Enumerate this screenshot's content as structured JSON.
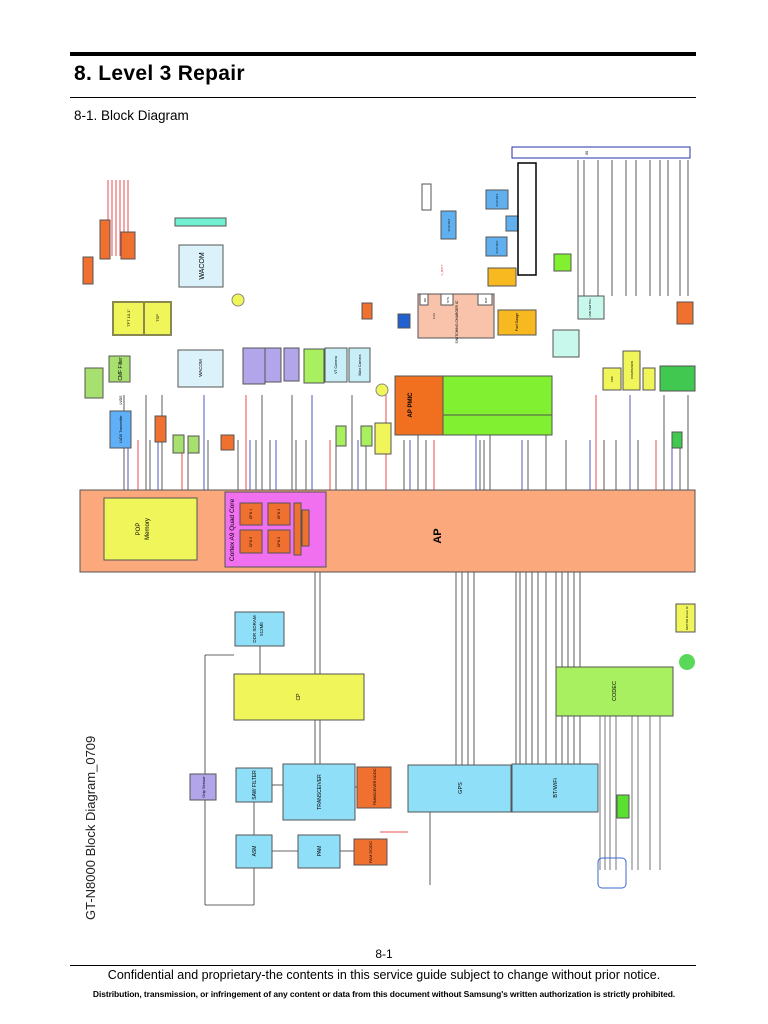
{
  "header": {
    "title": "8.  Level 3 Repair",
    "subtitle": "8-1. Block Diagram"
  },
  "diagram": {
    "caption": "GT-N8000 Block Diagram_0709",
    "bus_label": "30",
    "blocks": {
      "ap": "AP",
      "pop": "POP",
      "memory": "Memory",
      "cortex": "Cortex A9 Quad Core",
      "cpu0": "CPU 0",
      "cpu1": "CPU 1",
      "cpu2": "CPU 2",
      "cpu3": "CPU 3",
      "ddr": "DDR SDRAM",
      "ddr_size": "512Mb",
      "cp": "CP",
      "grip": "Grip Sensor",
      "saw": "SAW FILTER",
      "transceiver": "TRANSCEIVER",
      "transceiver_dcdc": "TRANSCEIVER DC/DC",
      "asm": "ASM",
      "pam": "PAM",
      "pam_dcdc": "PAM DC/DC",
      "gps": "GPS",
      "btwifi": "BT/WiFi",
      "codec": "CODEC",
      "motor": "MOTOR Driver IC",
      "wacom_top": "WACOM",
      "wacom_bottom": "WACOM",
      "tft": "TFT 10.1\"",
      "tsp": "TSP",
      "cmf": "CMF Filter",
      "lvds_label": "LVDS",
      "lvds": "LVDS Transmitter",
      "ap_pmic": "AP PMIC",
      "charger": "SWITCHING CHARGER IC",
      "charger_dc": "DC",
      "charger_sys": "SYS",
      "charger_bat": "BAT",
      "charger_v": "4.2V",
      "fuel": "Fuel Gauge",
      "pch_fet1": "P-ch FET",
      "pch_fet2": "P-ch FET",
      "pch_fet3": "P-ch FET",
      "v_batt": "V_BATT",
      "adc": "ADC",
      "companion": "COMPANION",
      "main_camera": "Main Camera",
      "vt_camera": "VT Camera",
      "usb_switch": "USB SWITCH"
    },
    "colors": {
      "ap": "#fba87c",
      "yellow": "#f0f55a",
      "magenta": "#f070f0",
      "blue": "#8fdff8",
      "orange": "#f07030",
      "green": "#a8f060",
      "lavender": "#b3a5ea",
      "salmon": "#f8c3aa",
      "power": "#e51e1e",
      "signal": "#2430a8"
    }
  },
  "footer": {
    "page": "8-1",
    "notice": "Confidential and proprietary-the contents in this service guide subject to change without prior notice.",
    "legal": "Distribution, transmission, or infringement of any content or data from this document without Samsung's written authorization is strictly prohibited."
  }
}
